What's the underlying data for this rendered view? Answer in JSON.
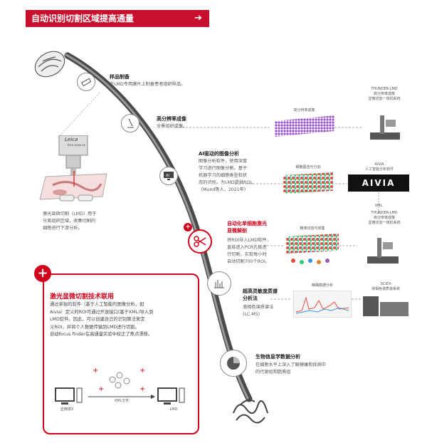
{
  "banner": {
    "title": "自动识别切割区域提高通量",
    "arrow": "➔"
  },
  "steps": [
    {
      "title": "样品制备",
      "desc": "在LMD专用膜片上制备患者组织样品。"
    },
    {
      "title": "高分辨率成像",
      "desc": "全景组织成像。"
    },
    {
      "title": "AI驱动的图像分析",
      "lines": [
        "图像分析软件，使用深度",
        "学习进行图像分割。基于",
        "机器学习的细胞类型和状",
        "态的识别。为LMD提供ROI。",
        "（Mund等人，2021年）"
      ]
    },
    {
      "title_lines": [
        "自动化单细胞激光",
        "显微解剖"
      ],
      "lines": [
        "将ROI导入LMD软件，",
        "直接进入PCR孔板进",
        "行切割，实现每小时",
        "自动切割700个ROI。"
      ]
    },
    {
      "title_lines": [
        "超高灵敏度质谱",
        "分析法"
      ],
      "lines": [
        "液相色谱质谱法",
        "(LC-MS)"
      ]
    },
    {
      "title": "生物信息学数据分析",
      "lines": [
        "在细胞水平上深入了解健康和疾病中",
        "的代谢组和脂质组"
      ]
    }
  ],
  "labels": {
    "hires_image": "高分辨率成像",
    "thunder1": [
      "THUNDER-LMD",
      "高分辨率成像",
      "显微切割一体机系统"
    ],
    "seg_label": "细胞图选与分割",
    "aivia_label": [
      "AIVIA",
      "人工智能分析软件"
    ],
    "aivia_logo": "AIVIA",
    "xml_label": "XML",
    "thunder2": [
      "THUNDER-LMD",
      "高分辨率成像",
      "显微切割一体机系统"
    ],
    "cut_label": "精准切割与收集",
    "ms_label": "精确数据分析",
    "sciex_label": [
      "SCIEX",
      "液相色谱质谱系统"
    ],
    "ai_icon": "AI"
  },
  "microscope": {
    "brand": "Leica",
    "model": "PLTS 10X/0.26"
  },
  "lmd_caption": [
    "激光显微切割（LMD）用于",
    "分离组织区域，收集切割的",
    "细胞进行下游分析。"
  ],
  "tech": {
    "title": "激光显微切割技术联用",
    "lines": [
      "通过单独的软件（基于人工智能的图像分析，如",
      "Aivia）定义的ROI可通过开放接口(基于XML)导入到",
      "LMD软件。因此，可以创建自己的识别算法来定",
      "义ROI，并将个人数据传输到LMD进行切割。",
      "自动focus finder在高通量实验中校正了焦点漂移。"
    ],
    "pc_left": "显微镜X",
    "xml_file": "XML文件",
    "pc_right": "LMD"
  },
  "colors": {
    "accent": "#c8102e",
    "path": "#555555"
  }
}
